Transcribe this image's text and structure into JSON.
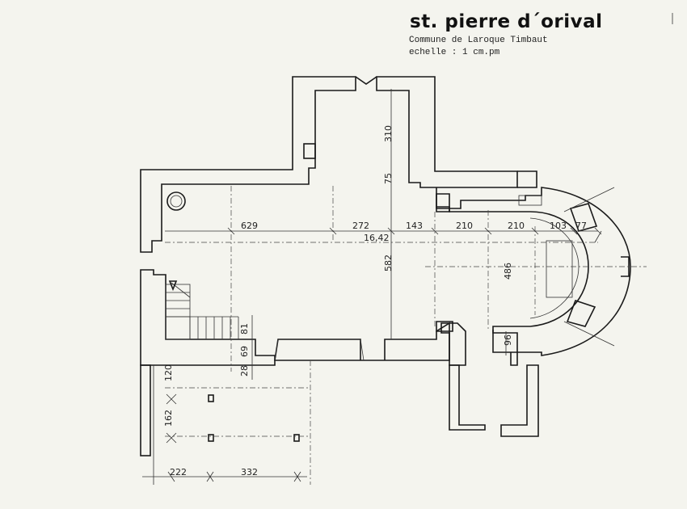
{
  "title": "st. pierre d´orival",
  "commune": "Commune de Laroque Timbaut",
  "scale": "echelle : 1 cm.pm",
  "dimensions": {
    "d629": "629",
    "d272": "272",
    "d143": "143",
    "d210a": "210",
    "d210b": "210",
    "d103": "103",
    "d77": "77",
    "total": "16,42",
    "d310": "310",
    "d75": "75",
    "d582": "582",
    "d486": "486",
    "d81": "81",
    "d69": "69",
    "d28": "28",
    "d96": "96",
    "d120": "120",
    "d162": "162",
    "d222": "222",
    "d332": "332"
  }
}
